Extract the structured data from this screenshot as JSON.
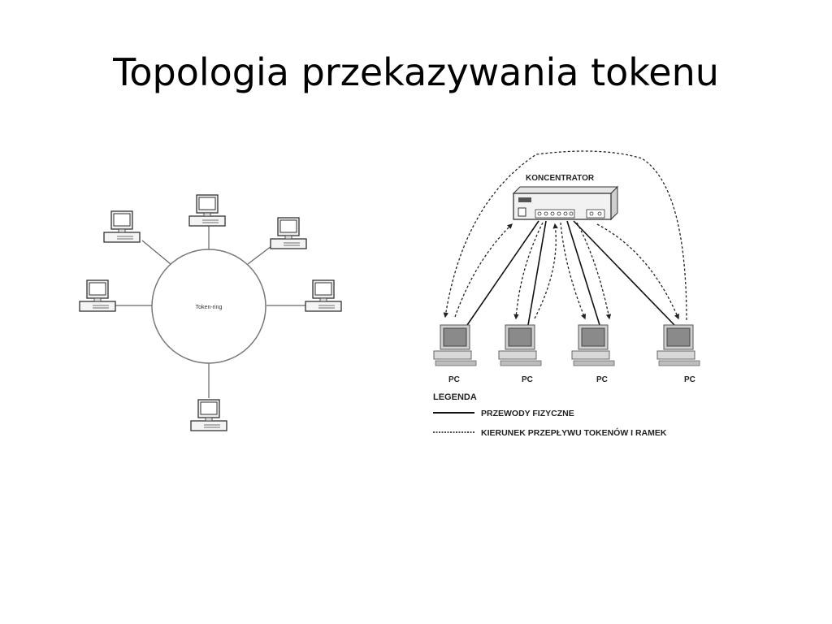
{
  "slide": {
    "title": "Topologia przekazywania tokenu"
  },
  "ring_diagram": {
    "ring_label": "Token-ring"
  },
  "hub_diagram": {
    "hub_label": "KONCENTRATOR",
    "pc_labels": [
      "PC",
      "PC",
      "PC",
      "PC"
    ],
    "legend": {
      "title": "LEGENDA",
      "solid_label": "PRZEWODY FIZYCZNE",
      "dashed_label": "KIERUNEK PRZEPŁYWU TOKENÓW I RAMEK"
    }
  }
}
